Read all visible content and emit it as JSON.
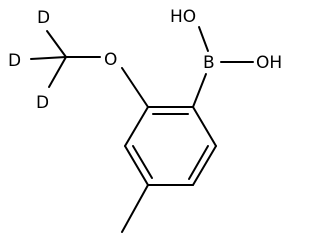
{
  "molecule": {
    "atoms": {
      "d_top": "D",
      "d_left": "D",
      "d_bottom": "D",
      "oxygen": "O",
      "boron": "B",
      "hydroxyl_top": "HO",
      "hydroxyl_right": "OH"
    }
  }
}
